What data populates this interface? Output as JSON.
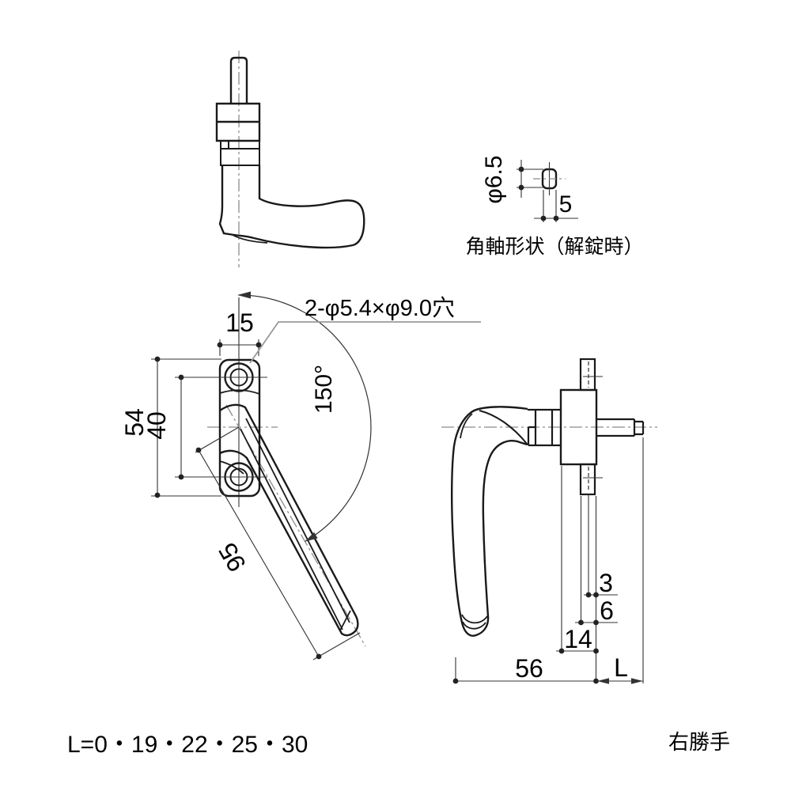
{
  "detail_view": {
    "diameter": "φ6.5",
    "width": "5",
    "caption": "角軸形状（解錠時）"
  },
  "front_view": {
    "hole_note": "2-φ5.4×φ9.0穴",
    "plate_width": "15",
    "plate_height": "54",
    "hole_pitch": "40",
    "lever_length": "95",
    "open_angle": "150°"
  },
  "side_view": {
    "dim_3": "3",
    "dim_6": "6",
    "dim_14": "14",
    "dim_56": "56",
    "dim_L": "L"
  },
  "notes": {
    "length_variants": "L=0・19・22・25・30",
    "handing": "右勝手"
  },
  "colors": {
    "outline": "#1a1a1a",
    "dimension": "#333333",
    "centerline": "#8c8c8c",
    "leader": "#999999",
    "background": "#ffffff"
  }
}
